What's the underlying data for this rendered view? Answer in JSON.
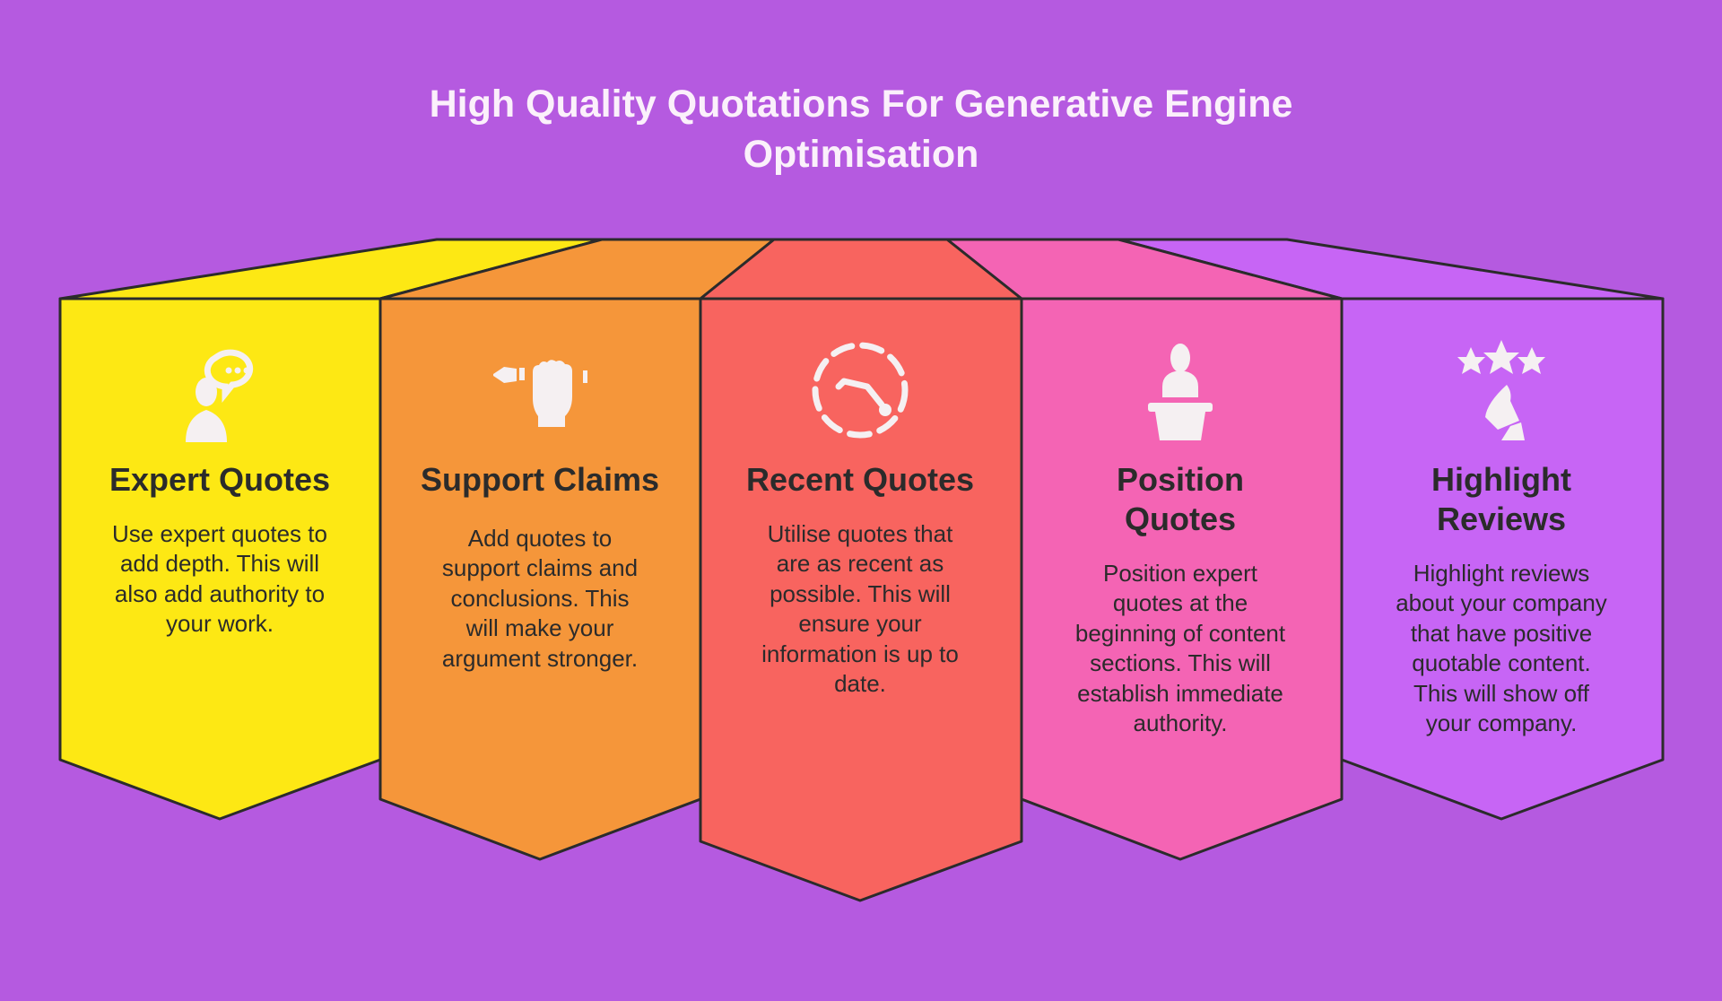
{
  "title": {
    "line1": "High Quality Quotations For Generative Engine",
    "line2": "Optimisation"
  },
  "colors": {
    "background": "#b55ae0",
    "yellow": "#fde814",
    "orange": "#f5963a",
    "red": "#f8645f",
    "pink": "#f464b4",
    "purple": "#c765f5",
    "icon": "#f5f0f2",
    "stroke": "#2b2b2b"
  },
  "columns": [
    {
      "icon": "expert-speech-bubble-icon",
      "heading": [
        "Expert Quotes"
      ],
      "body": [
        "Use expert quotes to",
        "add depth. This will",
        "also add authority to",
        "your work."
      ]
    },
    {
      "icon": "hand-holding-pen-icon",
      "heading": [
        "Support Claims"
      ],
      "body": [
        "Add quotes to",
        "support claims and",
        "conclusions. This",
        "will make your",
        "argument stronger."
      ]
    },
    {
      "icon": "clock-dashed-icon",
      "heading": [
        "Recent Quotes"
      ],
      "body": [
        "Utilise quotes that",
        "are as recent as",
        "possible. This will",
        "ensure your",
        "information is up to",
        "date."
      ]
    },
    {
      "icon": "speaker-podium-icon",
      "heading": [
        "Position",
        "Quotes"
      ],
      "body": [
        "Position expert",
        "quotes at the",
        "beginning of content",
        "sections. This will",
        "establish immediate",
        "authority."
      ]
    },
    {
      "icon": "stars-thumbs-up-icon",
      "heading": [
        "Highlight",
        "Reviews"
      ],
      "body": [
        "Highlight reviews",
        "about your company",
        "that have positive",
        "quotable content.",
        "This will show off",
        "your company."
      ]
    }
  ]
}
